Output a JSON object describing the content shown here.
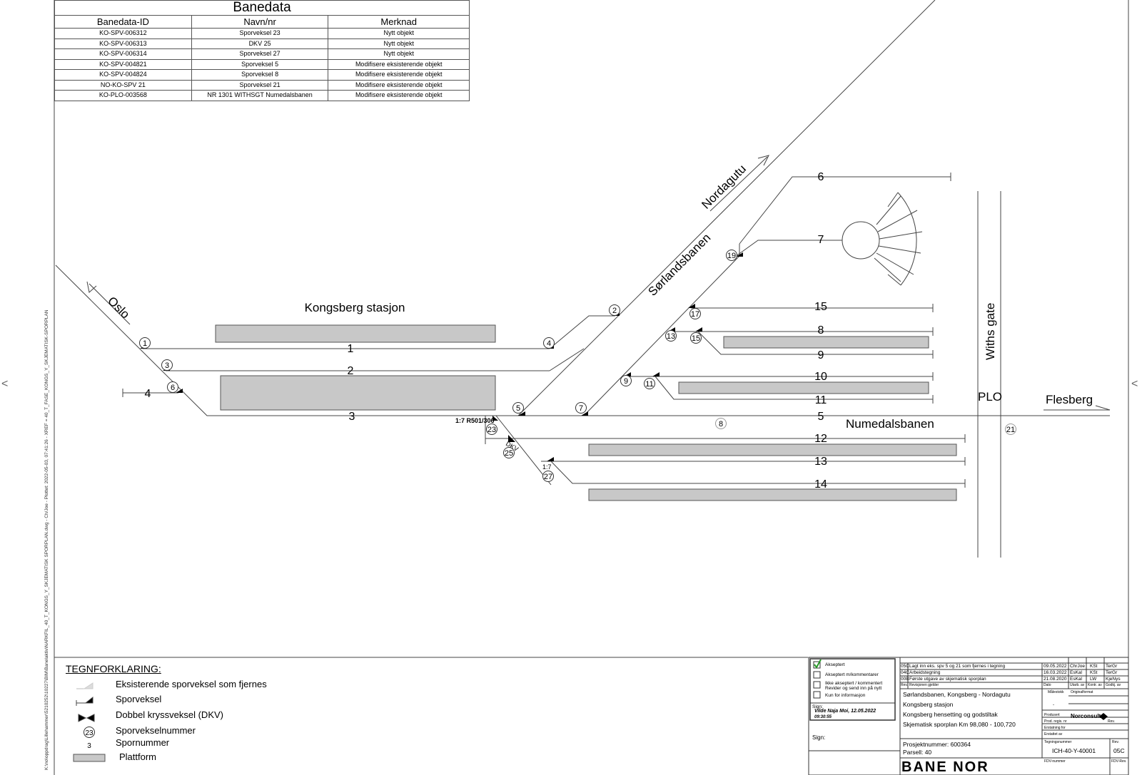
{
  "banedata": {
    "title": "Banedata",
    "headers": [
      "Banedata-ID",
      "Navn/nr",
      "Merknad"
    ],
    "rows": [
      [
        "KO-SPV-006312",
        "Sporveksel 23",
        "Nytt objekt"
      ],
      [
        "KO-SPV-006313",
        "DKV 25",
        "Nytt objekt"
      ],
      [
        "KO-SPV-006314",
        "Sporveksel 27",
        "Nytt objekt"
      ],
      [
        "KO-SPV-004821",
        "Sporveksel 5",
        "Modifisere eksisterende objekt"
      ],
      [
        "KO-SPV-004824",
        "Sporveksel 8",
        "Modifisere eksisterende objekt"
      ],
      [
        "NO-KO-SPV 21",
        "Sporveksel 21",
        "Modifisere eksisterende objekt"
      ],
      [
        "KO-PLO-003568",
        "NR 1301 WITHSGT Numedalsbanen",
        "Modifisere eksisterende objekt"
      ]
    ]
  },
  "labels": {
    "station": "Kongsberg stasjon",
    "oslo": "Oslo",
    "nordagutu": "Nordagutu",
    "sorlandsbanen": "Sørlandsbanen",
    "numedalsbanen": "Numedalsbanen",
    "withs_gate": "Withs gate",
    "plo": "PLO",
    "flesberg": "Flesberg",
    "ratio_23": "1:7 R501/306",
    "ratio_27": "1:7",
    "dkv": "DKV"
  },
  "tracks": [
    "1",
    "2",
    "3",
    "4",
    "5",
    "6",
    "7",
    "8",
    "9",
    "10",
    "11",
    "12",
    "13",
    "14",
    "15"
  ],
  "switches": [
    "1",
    "2",
    "3",
    "4",
    "5",
    "6",
    "7",
    "8",
    "9",
    "11",
    "13",
    "15",
    "17",
    "19",
    "21",
    "23",
    "25",
    "27"
  ],
  "legend": {
    "title": "TEGNFORKLARING:",
    "items": [
      "Eksisterende sporveksel som fjernes",
      "Sporveksel",
      "Dobbel kryssveksel (DKV)",
      "Sporvekselnummer",
      "Spornummer",
      "Plattform"
    ],
    "sample_switch_no": "23",
    "sample_track_no": "3"
  },
  "side_note": "K:\\no\\oppdrag\\Lillehammer\\5210252\\10227\\BIM\\Banelaktiv\\NARKFIL_40_T_KONGS_Y_SKJEMATISK SPORPLAN.dwg - Ch/Joe - Plottet: 2022-05-03, 07:41:26 - XREF = 40_T_FASE_KONGS_Y_SKJEMATISK-SPORPLAN",
  "approval": {
    "options": [
      "Akseptert",
      "Akseptert m/kommentarer",
      "Ikke akseptert / kommentert Revider og send inn på nytt",
      "Kun for informasjon"
    ],
    "checked_index": 0,
    "sign_label": "Sign:",
    "signed_by": "Vilde Naja Moi, 12.05.2022",
    "signed_time": "09:30:55",
    "sign2_label": "Sign:"
  },
  "revisions": [
    {
      "rev": "05C",
      "text": "Lagt inn eks. spv 5 og 21 som fjernes i tegning",
      "date": "09.05.2022",
      "by": "ChrJoe",
      "ctrl": "KSt",
      "appr": "TerGr"
    },
    {
      "rev": "04C",
      "text": "Arbeidstegning",
      "date": "16.03.2022",
      "by": "EsKal",
      "ctrl": "KSt",
      "appr": "TerGr"
    },
    {
      "rev": "00B",
      "text": "Første utgave av skjematisk sporplan",
      "date": "21.08.2020",
      "by": "EsKal",
      "ctrl": "LW",
      "appr": "KjeNys"
    }
  ],
  "revision_headers": [
    "Rev.",
    "Revisjonen gjelder",
    "Dato",
    "Utarb. av",
    "Kontr. av",
    "Godkj. av"
  ],
  "project": {
    "line1": "Sørlandsbanen, Kongsberg - Nordagutu",
    "line2": "Kongsberg stasjon",
    "line3": "Kongsberg hensetting og godstiltak",
    "line4": "Skjematisk sporplan Km 98,080 - 100,720",
    "project_no": "Prosjektnummer: 600364",
    "parsell": "Parsell: 40",
    "drawing_no": "ICH-40-Y-40001",
    "rev": "05C",
    "company": "BANE NOR",
    "consultant": "Norconsult",
    "field_status": "Målestokk",
    "field_format": "Originalformat",
    "field_dash": "-",
    "field_produced": "Produsert",
    "field_prod_reg": "Prod. regis. nr",
    "field_erstatning": "Erstatning for",
    "field_erstattet": "Erstattet av",
    "field_rev": "Rev.",
    "field_tegnr": "Tegningsnummer",
    "field_rev2": "Rev.",
    "field_fdv": "FDV-nummer",
    "field_fdv_rev": "FDV-Rev."
  }
}
